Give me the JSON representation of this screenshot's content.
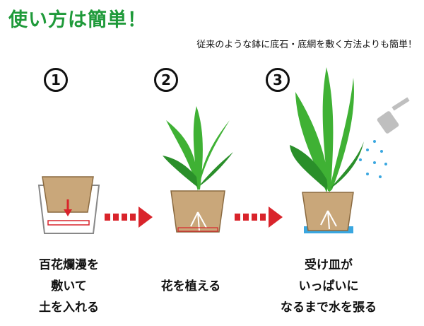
{
  "title": "使い方は簡単！",
  "subtitle": "従来のような鉢に底石・底網を敷く方法よりも簡単！",
  "steps": [
    {
      "number": "1",
      "caption_lines": [
        "百花爛漫を",
        "敷いて",
        "土を入れる"
      ]
    },
    {
      "number": "2",
      "caption_lines": [
        "花を植える"
      ]
    },
    {
      "number": "3",
      "caption_lines": [
        "受け皿が",
        "いっぱいに",
        "なるまで水を張る"
      ]
    }
  ],
  "colors": {
    "title": "#1f9a3a",
    "leaf": "#3fb134",
    "leaf_dark": "#2a8f2a",
    "soil": "#c9a77a",
    "arrow": "#d9242b",
    "water": "#3aa7e0",
    "can": "#bfbfbf"
  },
  "icons": [
    "step-1-icon",
    "step-2-icon",
    "step-3-icon",
    "watering-can-icon",
    "red-arrow-icon"
  ]
}
